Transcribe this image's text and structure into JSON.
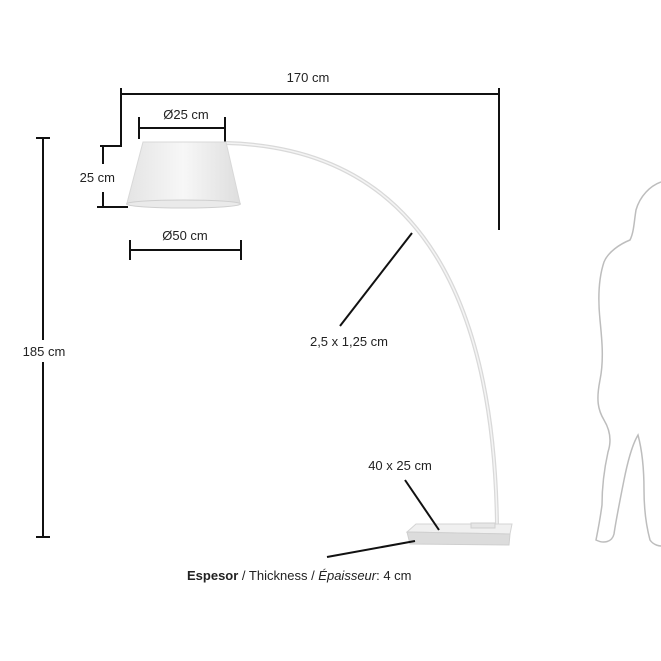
{
  "dimensions": {
    "total_width": "170 cm",
    "shade_top_diameter": "Ø25 cm",
    "shade_height": "25 cm",
    "shade_bottom_diameter": "Ø50 cm",
    "total_height": "185 cm",
    "arm_section": "2,5 x 1,25 cm",
    "base_size": "40 x 25 cm"
  },
  "thickness": {
    "es": "Espesor",
    "sep1": " / ",
    "en": "Thickness",
    "sep2": " / ",
    "fr": "Épaisseur",
    "value": ": 4 cm"
  },
  "colors": {
    "line": "#111111",
    "lamp": "#e6e6e6",
    "silhouette": "#bdbdbd"
  }
}
